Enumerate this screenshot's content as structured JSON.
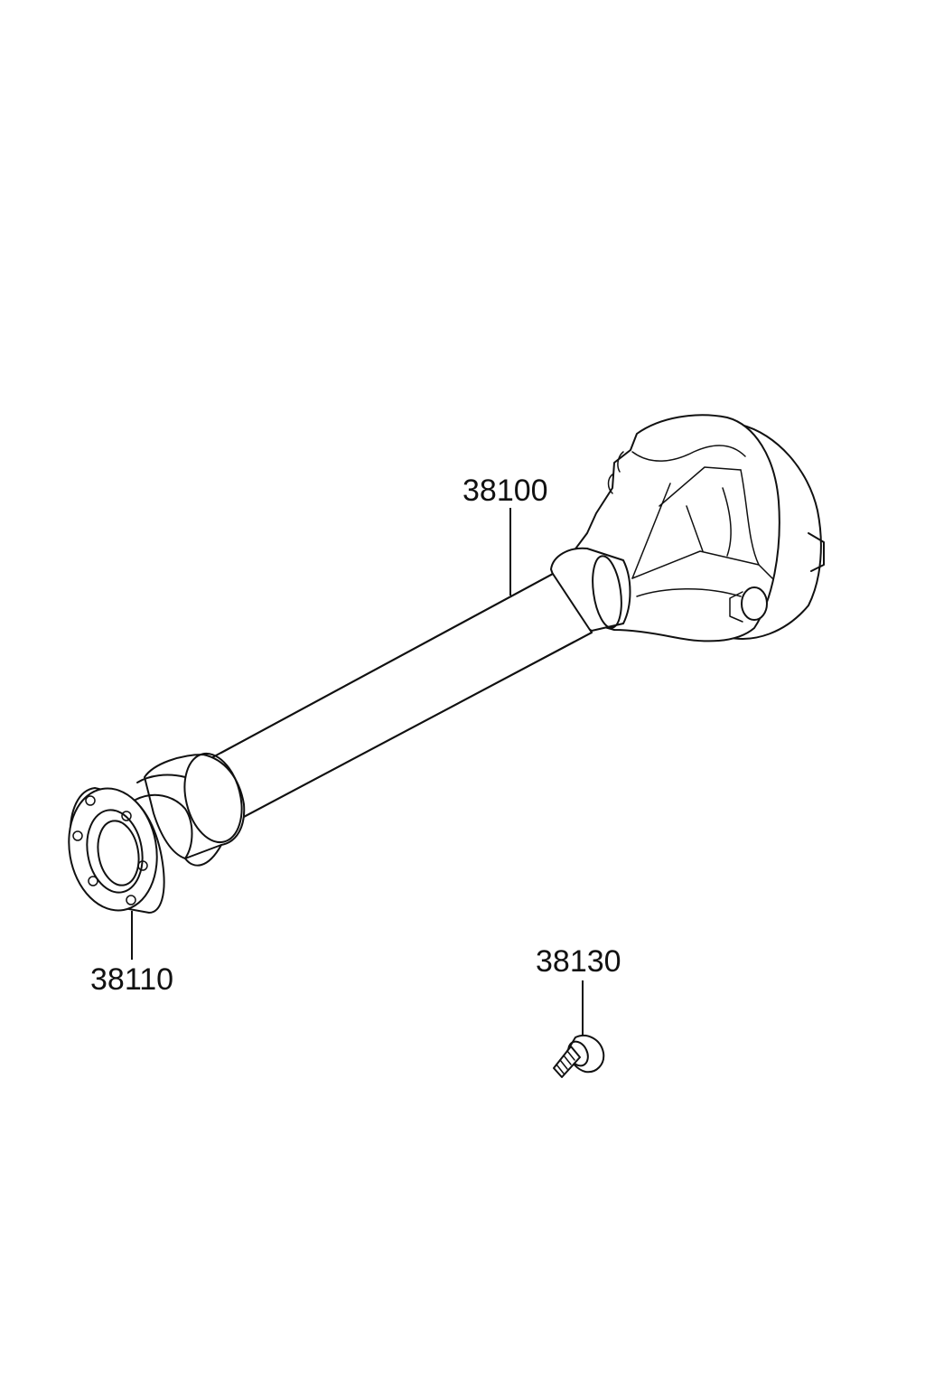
{
  "parts": [
    {
      "id": "axle-housing",
      "number": "38100"
    },
    {
      "id": "flange",
      "number": "38110"
    },
    {
      "id": "bolt",
      "number": "38130"
    }
  ],
  "colors": {
    "ink": "#111111",
    "background": "#ffffff"
  }
}
